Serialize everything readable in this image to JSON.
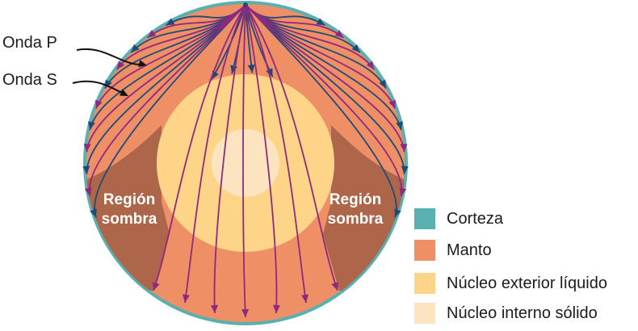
{
  "labels": {
    "p_wave": "Onda P",
    "s_wave": "Onda S",
    "shadow_left_line1": "Región",
    "shadow_left_line2": "sombra",
    "shadow_right_line1": "Región",
    "shadow_right_line2": "sombra"
  },
  "legend": {
    "items": [
      {
        "label": "Corteza",
        "color": "#5aafb1"
      },
      {
        "label": "Manto",
        "color": "#ee8f66"
      },
      {
        "label": "Núcleo exterior líquido",
        "color": "#fdd488"
      },
      {
        "label": "Núcleo interno sólido",
        "color": "#fde4c1"
      }
    ]
  },
  "colors": {
    "crust": "#5aafb1",
    "mantle": "#ee8f66",
    "shadow_zone": "#ad6649",
    "outer_core": "#fdd488",
    "inner_core": "#fde4c1",
    "p_wave": "#8e2a7e",
    "s_wave": "#1e4a78"
  }
}
